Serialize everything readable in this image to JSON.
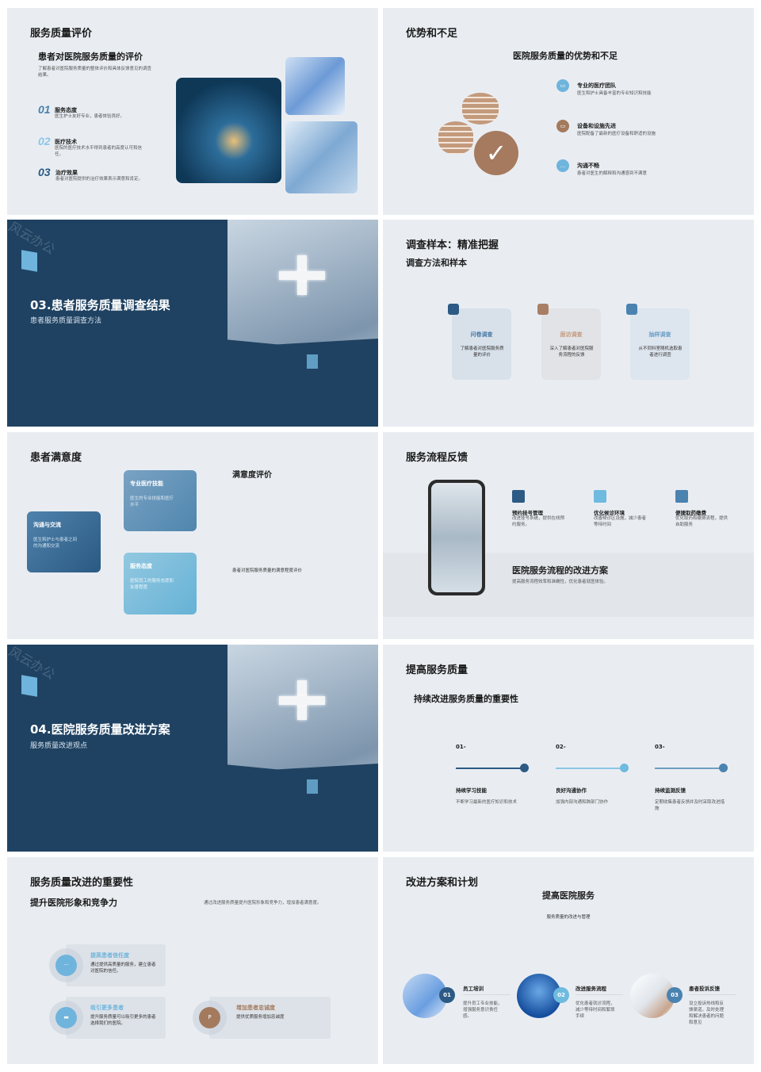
{
  "slide1": {
    "title": "服务质量评价",
    "subtitle": "患者对医院服务质量的评价",
    "desc": "了解患者对医院服务质量的整体评价和具体反馈意见的调查结果。",
    "items": [
      {
        "num": "01",
        "title": "服务态度",
        "desc": "医生护士友好专业，患者体验良好。"
      },
      {
        "num": "02",
        "title": "医疗技术",
        "desc": "医院的医疗技术水平得到患者的高度认可和信任。"
      },
      {
        "num": "03",
        "title": "治疗效果",
        "desc": "患者对医院提供的治疗效果表示满意和肯定。"
      }
    ]
  },
  "slide2": {
    "title": "优势和不足",
    "heading": "医院服务质量的优势和不足",
    "items": [
      {
        "title": "专业的医疗团队",
        "desc": "医生和护士具备丰富的专业知识和技能",
        "color": "#6fb4dc"
      },
      {
        "title": "设备和设施先进",
        "desc": "医院配备了最新的医疗设备和舒适的设施",
        "color": "#a37a5e"
      },
      {
        "title": "沟通不畅",
        "desc": "患者对医生的解释和沟通感到不满意",
        "color": "#6fb4dc"
      }
    ]
  },
  "slide3": {
    "title": "03.患者服务质量调查结果",
    "subtitle": "患者服务质量调查方法",
    "watermark": "风云办公"
  },
  "slide4": {
    "title": "调查样本：精准把握",
    "subtitle": "调查方法和样本",
    "cards": [
      {
        "title": "问卷调查",
        "desc": "了解患者对医院服务质量的评价",
        "color": "#4a7aa6"
      },
      {
        "title": "面访调查",
        "desc": "深入了解患者对医院服务流程的反馈",
        "color": "#c49a80"
      },
      {
        "title": "抽样调查",
        "desc": "从不同科室随机选取患者进行调查",
        "color": "#6b9fc6"
      }
    ]
  },
  "slide5": {
    "title": "患者满意度",
    "heading": "满意度评价",
    "desc": "患者对医院服务质量的满意程度评价",
    "cards": [
      {
        "title": "沟通与交流",
        "desc": "医生和护士与患者之间的沟通和交流"
      },
      {
        "title": "专业医疗技能",
        "desc": "医生的专业技能和医疗水平"
      },
      {
        "title": "服务态度",
        "desc": "医院员工的服务态度和友善程度"
      }
    ]
  },
  "slide6": {
    "title": "服务流程反馈",
    "items": [
      {
        "title": "预约挂号管理",
        "desc": "改进挂号系统，提供在线预约服务。"
      },
      {
        "title": "优化候诊环境",
        "desc": "改善候诊区设施，减少患者等待时间"
      },
      {
        "title": "便捷取药缴费",
        "desc": "优化取药和缴费流程，提供自助服务"
      }
    ],
    "heading": "医院服务流程的改进方案",
    "desc": "提高服务流程效率和准确性，优化患者就医体验。"
  },
  "slide7": {
    "title": "04.医院服务质量改进方案",
    "subtitle": "服务质量改进观点",
    "watermark": "风云办公"
  },
  "slide8": {
    "title": "提高服务质量",
    "subtitle": "持续改进服务质量的重要性",
    "steps": [
      {
        "num": "01-",
        "title": "持续学习技能",
        "desc": "不断学习最新的医疗知识和技术",
        "color": "#2c5a84"
      },
      {
        "num": "02-",
        "title": "良好沟通协作",
        "desc": "加强内部沟通和跨部门协作",
        "color": "#6fbadf"
      },
      {
        "num": "03-",
        "title": "持续监测反馈",
        "desc": "定期收集患者反馈并及时采取改进措施",
        "color": "#4a82b0"
      }
    ]
  },
  "slide9": {
    "title": "服务质量改进的重要性",
    "subtitle": "提升医院形象和竞争力",
    "desc": "通过改进服务质量提升医院形象和竞争力，增加患者满意度。",
    "cards": [
      {
        "title": "提高患者信任度",
        "desc": "通过提供高质量的服务，建立患者对医院的信任。",
        "color": "#6fb4dc"
      },
      {
        "title": "吸引更多患者",
        "desc": "提升服务质量可以吸引更多的患者选择我们的医院。",
        "color": "#6fb4dc"
      },
      {
        "title": "增加患者忠诚度",
        "desc": "提供优质服务增加忠诚度",
        "color": "#a37a5e"
      }
    ]
  },
  "slide10": {
    "title": "改进方案和计划",
    "heading": "提高医院服务",
    "subheading": "服务质量的改进与管理",
    "items": [
      {
        "num": "01",
        "title": "员工培训",
        "desc": "提升员工专业技能，增强服务意识责任感。",
        "color": "#2c5a84"
      },
      {
        "num": "02",
        "title": "改进服务流程",
        "desc": "优化患者就诊流程，减少等待时间和繁琐手续",
        "color": "#6fbadf"
      },
      {
        "num": "03",
        "title": "患者投诉反馈",
        "desc": "设立投诉热线和反馈渠道，及时处理和解决患者的问题和意见",
        "color": "#4a82b0"
      }
    ]
  }
}
